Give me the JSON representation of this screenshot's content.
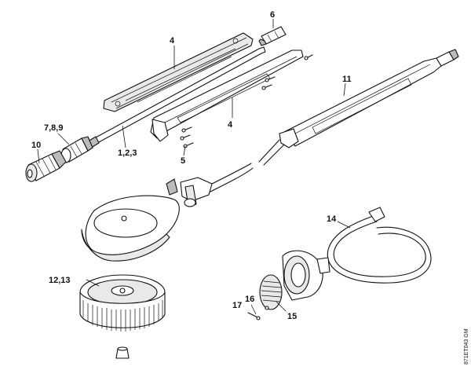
{
  "diagram": {
    "callouts": {
      "p4a": "4",
      "p6": "6",
      "p789": "7,8,9",
      "p10": "10",
      "p123": "1,2,3",
      "p4b": "4",
      "p5": "5",
      "p11": "11",
      "p14": "14",
      "p1213": "12,13",
      "p16": "16",
      "p17": "17",
      "p15": "15"
    },
    "drawing_code": "871ET043 GM"
  }
}
